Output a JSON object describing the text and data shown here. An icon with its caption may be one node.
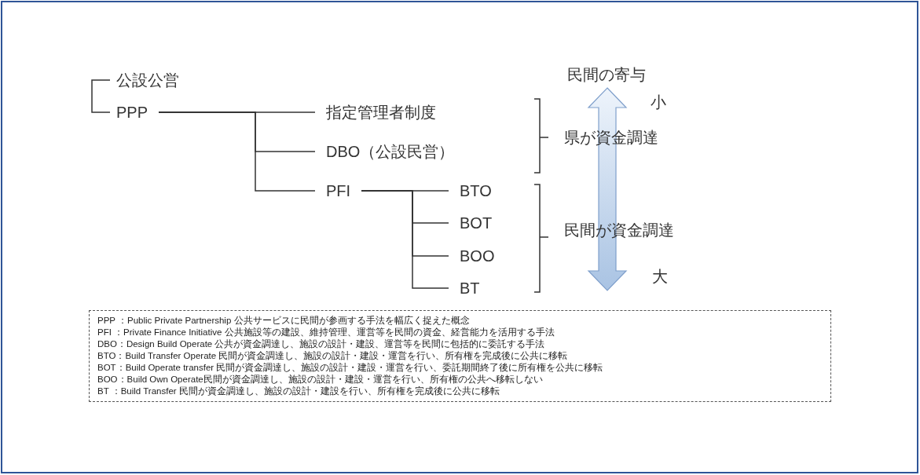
{
  "diagram": {
    "nodes": [
      {
        "text": [
          "公設公営"
        ]
      },
      {
        "text": [
          "PPP"
        ]
      },
      {
        "text": [
          "指定管理者制度"
        ]
      },
      {
        "text": [
          "DBO（公設民営）"
        ]
      },
      {
        "text": [
          "PFI"
        ]
      },
      {
        "text": [
          "BTO"
        ]
      },
      {
        "text": [
          "BOT"
        ]
      },
      {
        "text": [
          "BOO"
        ]
      },
      {
        "text": [
          "BT"
        ]
      },
      {
        "text": [
          "PPP ：Public Private Partnership 公共サービスに民間が参画する手法を幅広く捉えた概念",
          "PFI ：Private Finance Initiative 公共施設等の建設、維持管理、運営等を民間の資金、経営能力を活用する手法",
          "DBO：Design Build Operate 公共が資金調達し、施設の設計・建設、運営等を民間に包括的に委託する手法",
          "BTO：Build Transfer Operate 民間が資金調達し、施設の設計・建設・運営を行い、所有権を完成後に公共に移転",
          "BOT：Build Operate transfer 民間が資金調達し、施設の設計・建設・運営を行い、委託期間終了後に所有権を公共に移転",
          "BOO：Build Own Operate民間が資金調達し、施設の設計・建設・運営を行い、所有権の公共へ移転しない",
          "BT ：Build Transfer 民間が資金調達し、施設の設計・建設を行い、所有権を完成後に公共に移転"
        ]
      }
    ],
    "edges": [
      {
        "from": 0,
        "to": 1,
        "arrow": "none"
      },
      {
        "from": 1,
        "to": 2,
        "arrow": "none"
      },
      {
        "from": 1,
        "to": 3,
        "arrow": "none"
      },
      {
        "from": 1,
        "to": 4,
        "arrow": "none"
      },
      {
        "from": 4,
        "to": 5,
        "arrow": "none"
      },
      {
        "from": 4,
        "to": 6,
        "arrow": "none"
      },
      {
        "from": 4,
        "to": 7,
        "arrow": "none"
      },
      {
        "from": 4,
        "to": 8,
        "arrow": "none"
      }
    ],
    "labels": [
      "民間の寄与",
      "小",
      "県が資金調達",
      "民間が資金調達",
      "大"
    ]
  }
}
